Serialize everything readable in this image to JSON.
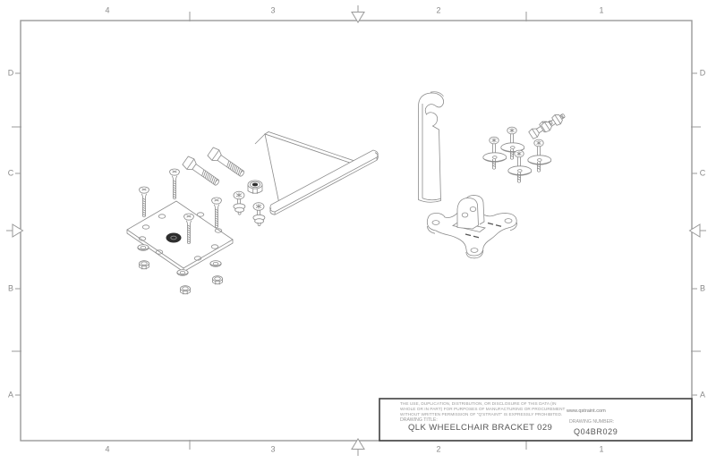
{
  "sheet": {
    "zones": {
      "columns": [
        "4",
        "3",
        "2",
        "1"
      ],
      "rows": [
        "D",
        "C",
        "B",
        "A"
      ]
    },
    "colors": {
      "frame_line": "#9a9a9a",
      "drawing_line": "#8c8c8c",
      "title_block_border": "#404040",
      "text_gray": "#9a9a9a",
      "text_dark": "#555555",
      "hole_fill": "#2e2e2e",
      "background": "#ffffff"
    }
  },
  "title_block": {
    "legal_lines": [
      "THE USE, DUPLICATION, DISTRIBUTION, OR DISCLOSURE OF THIS DATA (IN",
      "WHOLE OR IN PART) FOR PURPOSES OF MANUFACTURING OR PROCUREMENT",
      "WITHOUT WRITTEN PERMISSION OF \"Q'STRAINT\" IS EXPRESSLY PROHIBITED."
    ],
    "drawing_title_label": "DRAWING TITLE:",
    "drawing_title": "QLK WHEELCHAIR BRACKET 029",
    "website": "www.qstraint.com",
    "drawing_number_label": "DRAWING NUMBER:",
    "drawing_number": "Q04BR029"
  },
  "drawing": {
    "parts": [
      "anchor-plate",
      "flat-head-screw",
      "hex-bolt",
      "lock-nut",
      "machine-screw",
      "washer",
      "hex-nut",
      "floor-bracket-t-bar",
      "hook-plate",
      "truss-screw-with-fender-washer",
      "bolt-nut-assembly",
      "qlk-base-plate-with-clevis"
    ]
  }
}
